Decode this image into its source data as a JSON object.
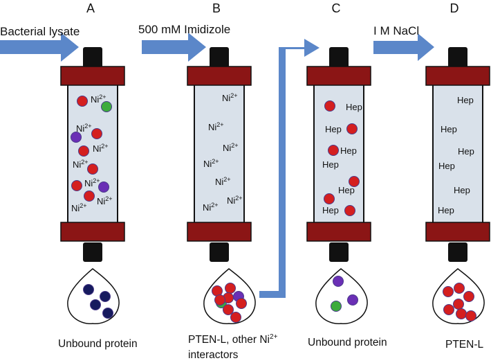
{
  "colors": {
    "arrow": "#5b87c9",
    "column_body": "#d9e1ea",
    "cap": "#8b1515",
    "stem": "#111111",
    "red_bead": "#d41f1f",
    "green_bead": "#3dab3d",
    "purple_bead": "#6a2fb5",
    "navy_bead": "#161a5e"
  },
  "columns": [
    {
      "letter": "A",
      "input_label": "Bacterial lysate",
      "molecule_labels": [
        {
          "base": "Ni",
          "sup": "2+"
        },
        {
          "base": "Ni",
          "sup": "2+"
        },
        {
          "base": "Ni",
          "sup": "2+"
        },
        {
          "base": "Ni",
          "sup": "2+"
        },
        {
          "base": "Ni",
          "sup": "2+"
        },
        {
          "base": "Ni",
          "sup": "2+"
        },
        {
          "base": "Ni",
          "sup": "2+"
        }
      ],
      "output_caption": "Unbound protein"
    },
    {
      "letter": "B",
      "input_label": "500 mM  Imidizole",
      "molecule_labels": [
        {
          "base": "Ni",
          "sup": "2+"
        },
        {
          "base": "Ni",
          "sup": "2+"
        },
        {
          "base": "Ni",
          "sup": "2+"
        },
        {
          "base": "Ni",
          "sup": "2+"
        },
        {
          "base": "Ni",
          "sup": "2+"
        },
        {
          "base": "Ni",
          "sup": "2+"
        },
        {
          "base": "Ni",
          "sup": "2+"
        }
      ],
      "output_caption_line1": "PTEN-L, other Ni",
      "output_caption_sup": "2+",
      "output_caption_line2": "interactors"
    },
    {
      "letter": "C",
      "molecule_labels": [
        {
          "base": "Hep"
        },
        {
          "base": "Hep"
        },
        {
          "base": "Hep"
        },
        {
          "base": "Hep"
        },
        {
          "base": "Hep"
        },
        {
          "base": "Hep"
        }
      ],
      "output_caption": "Unbound protein"
    },
    {
      "letter": "D",
      "input_label": "I M NaCl",
      "molecule_labels": [
        {
          "base": "Hep"
        },
        {
          "base": "Hep"
        },
        {
          "base": "Hep"
        },
        {
          "base": "Hep"
        },
        {
          "base": "Hep"
        },
        {
          "base": "Hep"
        }
      ],
      "output_caption": "PTEN-L"
    }
  ]
}
